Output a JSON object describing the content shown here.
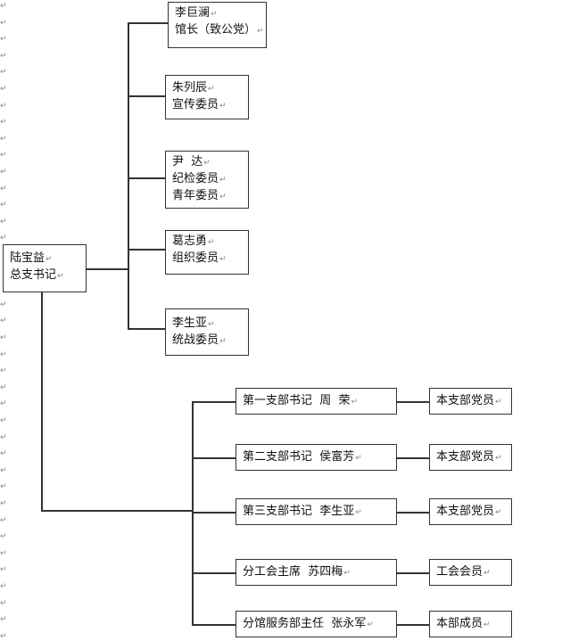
{
  "paragraph_mark": "↵",
  "root": {
    "name": "陆宝益",
    "title": "总支书记"
  },
  "committee": [
    {
      "lines": [
        "李巨澜",
        "馆长（致公党）"
      ]
    },
    {
      "lines": [
        "朱列辰",
        "宣传委员"
      ]
    },
    {
      "lines": [
        "尹  达",
        "纪检委员",
        "青年委员"
      ]
    },
    {
      "lines": [
        "葛志勇",
        "组织委员"
      ]
    },
    {
      "lines": [
        "李生亚",
        "统战委员"
      ]
    }
  ],
  "branches": [
    {
      "label": "第一支部书记  周  荣",
      "members": "本支部党员"
    },
    {
      "label": "第二支部书记  侯富芳",
      "members": "本支部党员"
    },
    {
      "label": "第三支部书记  李生亚",
      "members": "本支部党员"
    },
    {
      "label": "分工会主席  苏四梅",
      "members": "工会会员"
    },
    {
      "label": "分馆服务部主任  张永军",
      "members": "本部成员"
    }
  ]
}
